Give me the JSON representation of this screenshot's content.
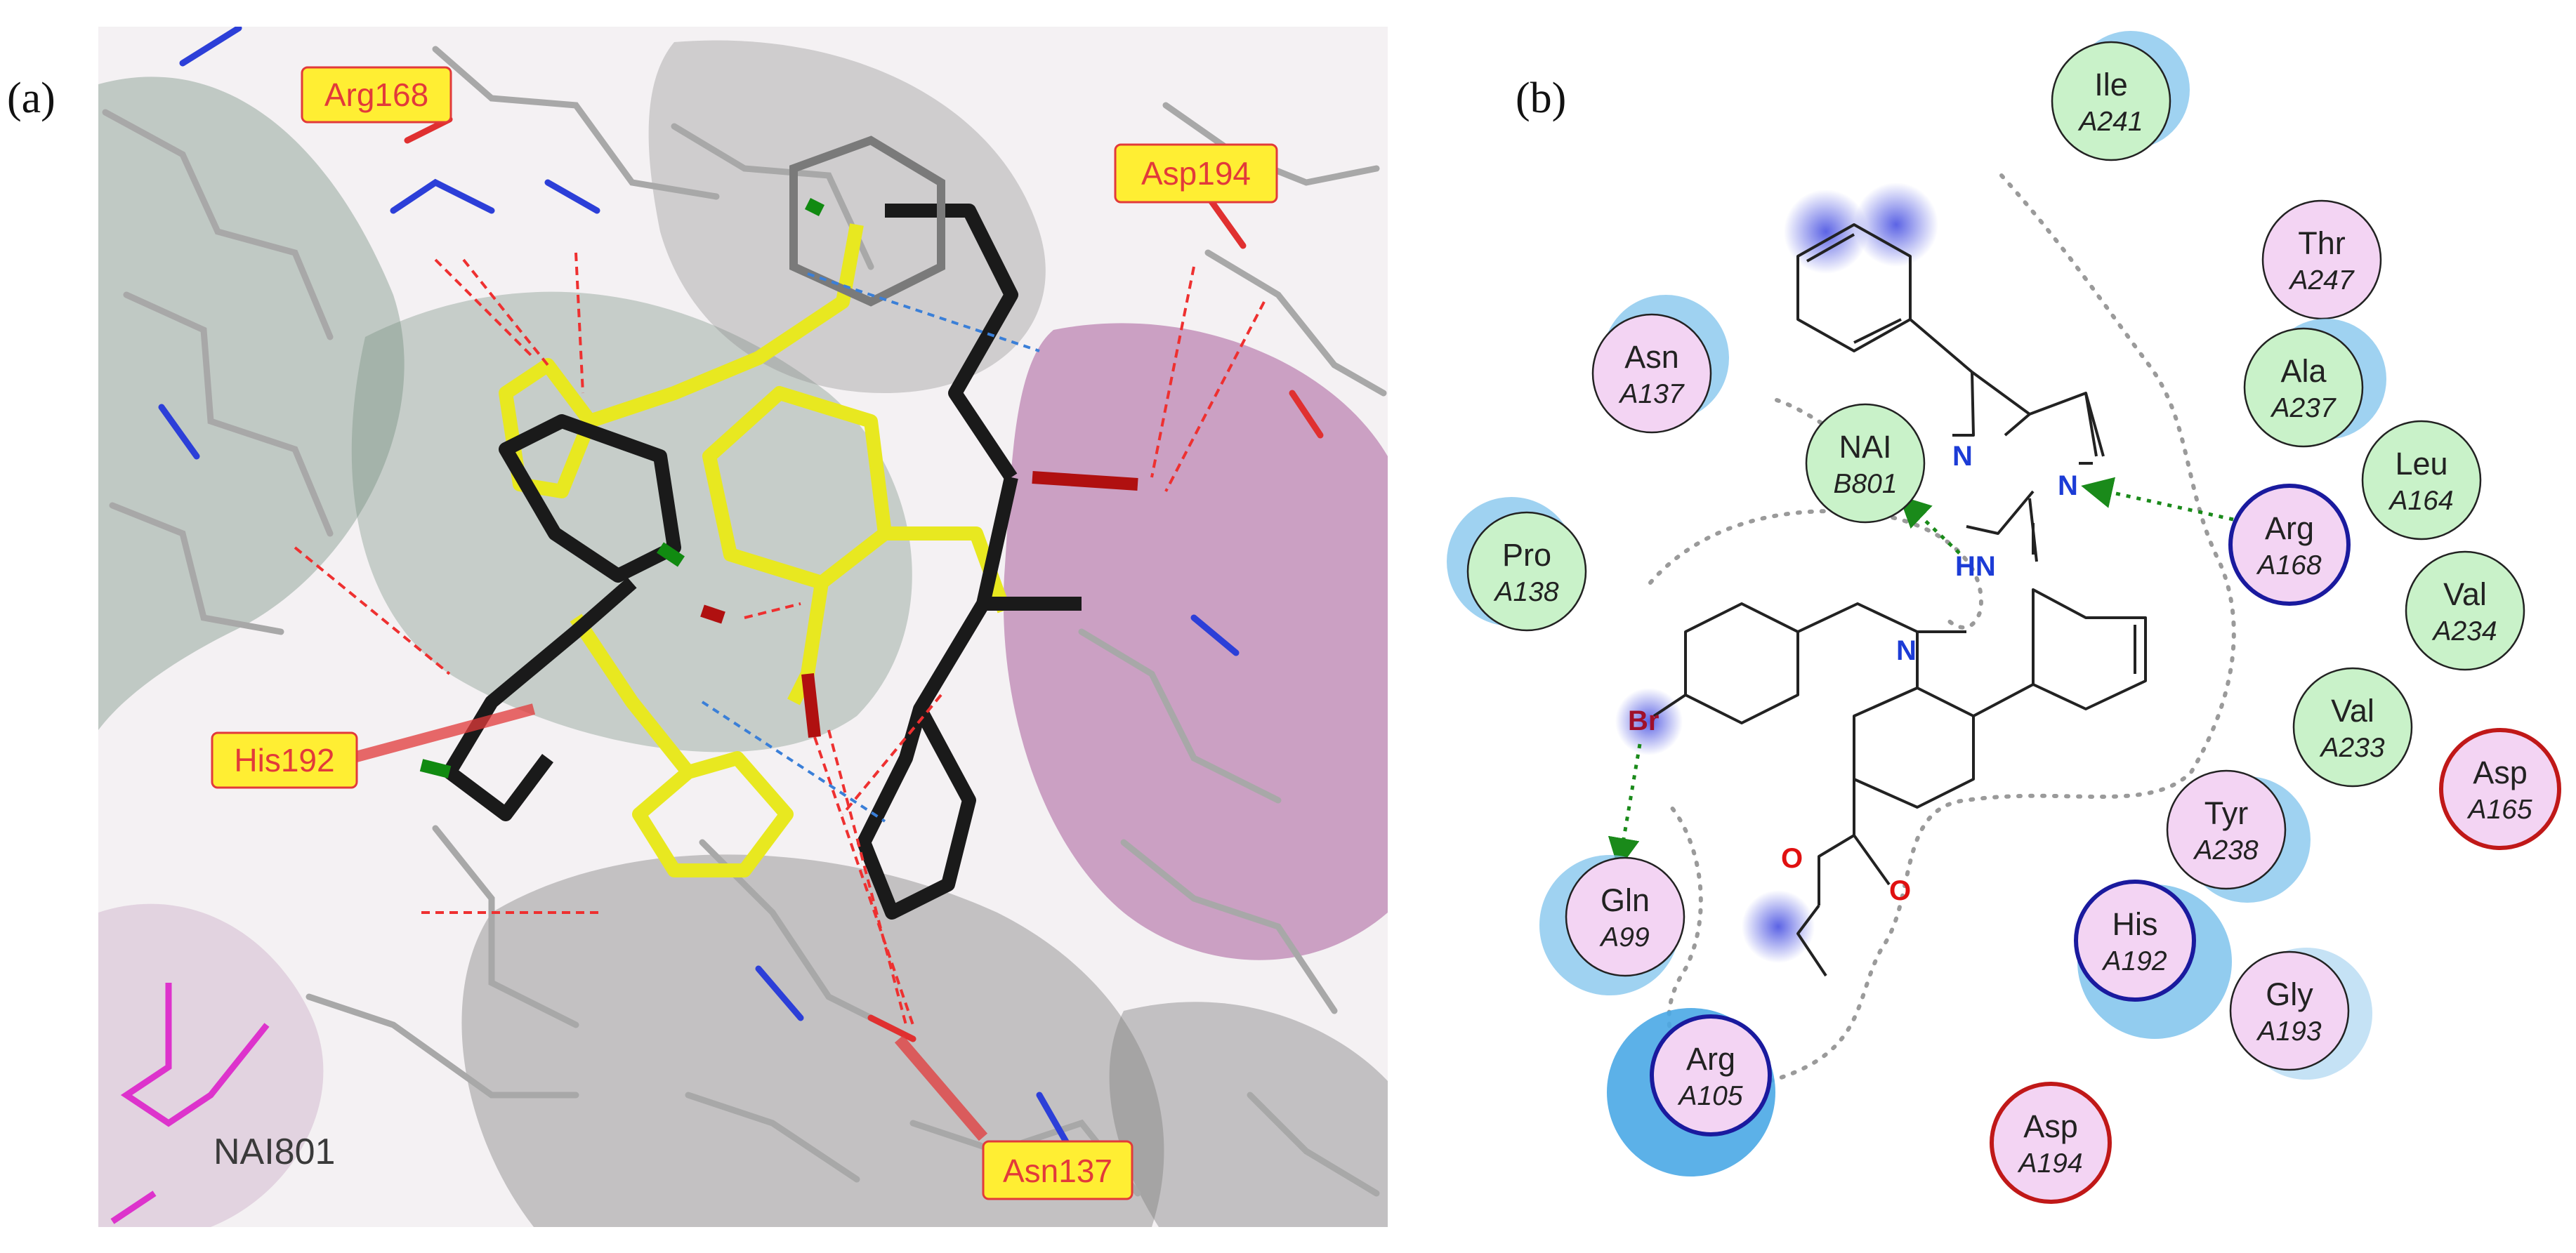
{
  "panels": {
    "a": {
      "letter": "(a)"
    },
    "b": {
      "letter": "(b)"
    }
  },
  "panel_a": {
    "callouts": [
      {
        "id": "arg168",
        "label": "Arg168"
      },
      {
        "id": "asp194",
        "label": "Asp194"
      },
      {
        "id": "his192",
        "label": "His192"
      },
      {
        "id": "asn137",
        "label": "Asn137"
      }
    ],
    "nai_label": "NAI801"
  },
  "panel_b": {
    "residues": [
      {
        "name": "Ile",
        "id": "A241",
        "class": "hydrophobic"
      },
      {
        "name": "Thr",
        "id": "A247",
        "class": "polar"
      },
      {
        "name": "Asn",
        "id": "A137",
        "class": "polar"
      },
      {
        "name": "Ala",
        "id": "A237",
        "class": "hydrophobic"
      },
      {
        "name": "NAI",
        "id": "B801",
        "class": "hydrophobic"
      },
      {
        "name": "Leu",
        "id": "A164",
        "class": "hydrophobic"
      },
      {
        "name": "Arg",
        "id": "A168",
        "class": "positive"
      },
      {
        "name": "Pro",
        "id": "A138",
        "class": "hydrophobic"
      },
      {
        "name": "Val",
        "id": "A234",
        "class": "hydrophobic"
      },
      {
        "name": "Val",
        "id": "A233",
        "class": "hydrophobic"
      },
      {
        "name": "Asp",
        "id": "A165",
        "class": "negative"
      },
      {
        "name": "Tyr",
        "id": "A238",
        "class": "polar"
      },
      {
        "name": "Gln",
        "id": "A99",
        "class": "polar"
      },
      {
        "name": "His",
        "id": "A192",
        "class": "positive"
      },
      {
        "name": "Gly",
        "id": "A193",
        "class": "polar"
      },
      {
        "name": "Arg",
        "id": "A105",
        "class": "positive"
      },
      {
        "name": "Asp",
        "id": "A194",
        "class": "negative"
      }
    ],
    "atoms": {
      "n1": "N",
      "n2": "N",
      "hn": "HN",
      "nq": "N",
      "br": "Br",
      "o1": "O",
      "o2": "O"
    }
  },
  "colors": {
    "hydrophobic_fill": "#c9f2c9",
    "polar_fill": "#f3d4f3",
    "negative_ring": "#c01818",
    "positive_ring": "#1a1a9e",
    "halo": "#7fc3ec",
    "hbond": "#1a8a1a",
    "callout_fill": "#ffee33",
    "callout_text": "#e23a3a"
  }
}
